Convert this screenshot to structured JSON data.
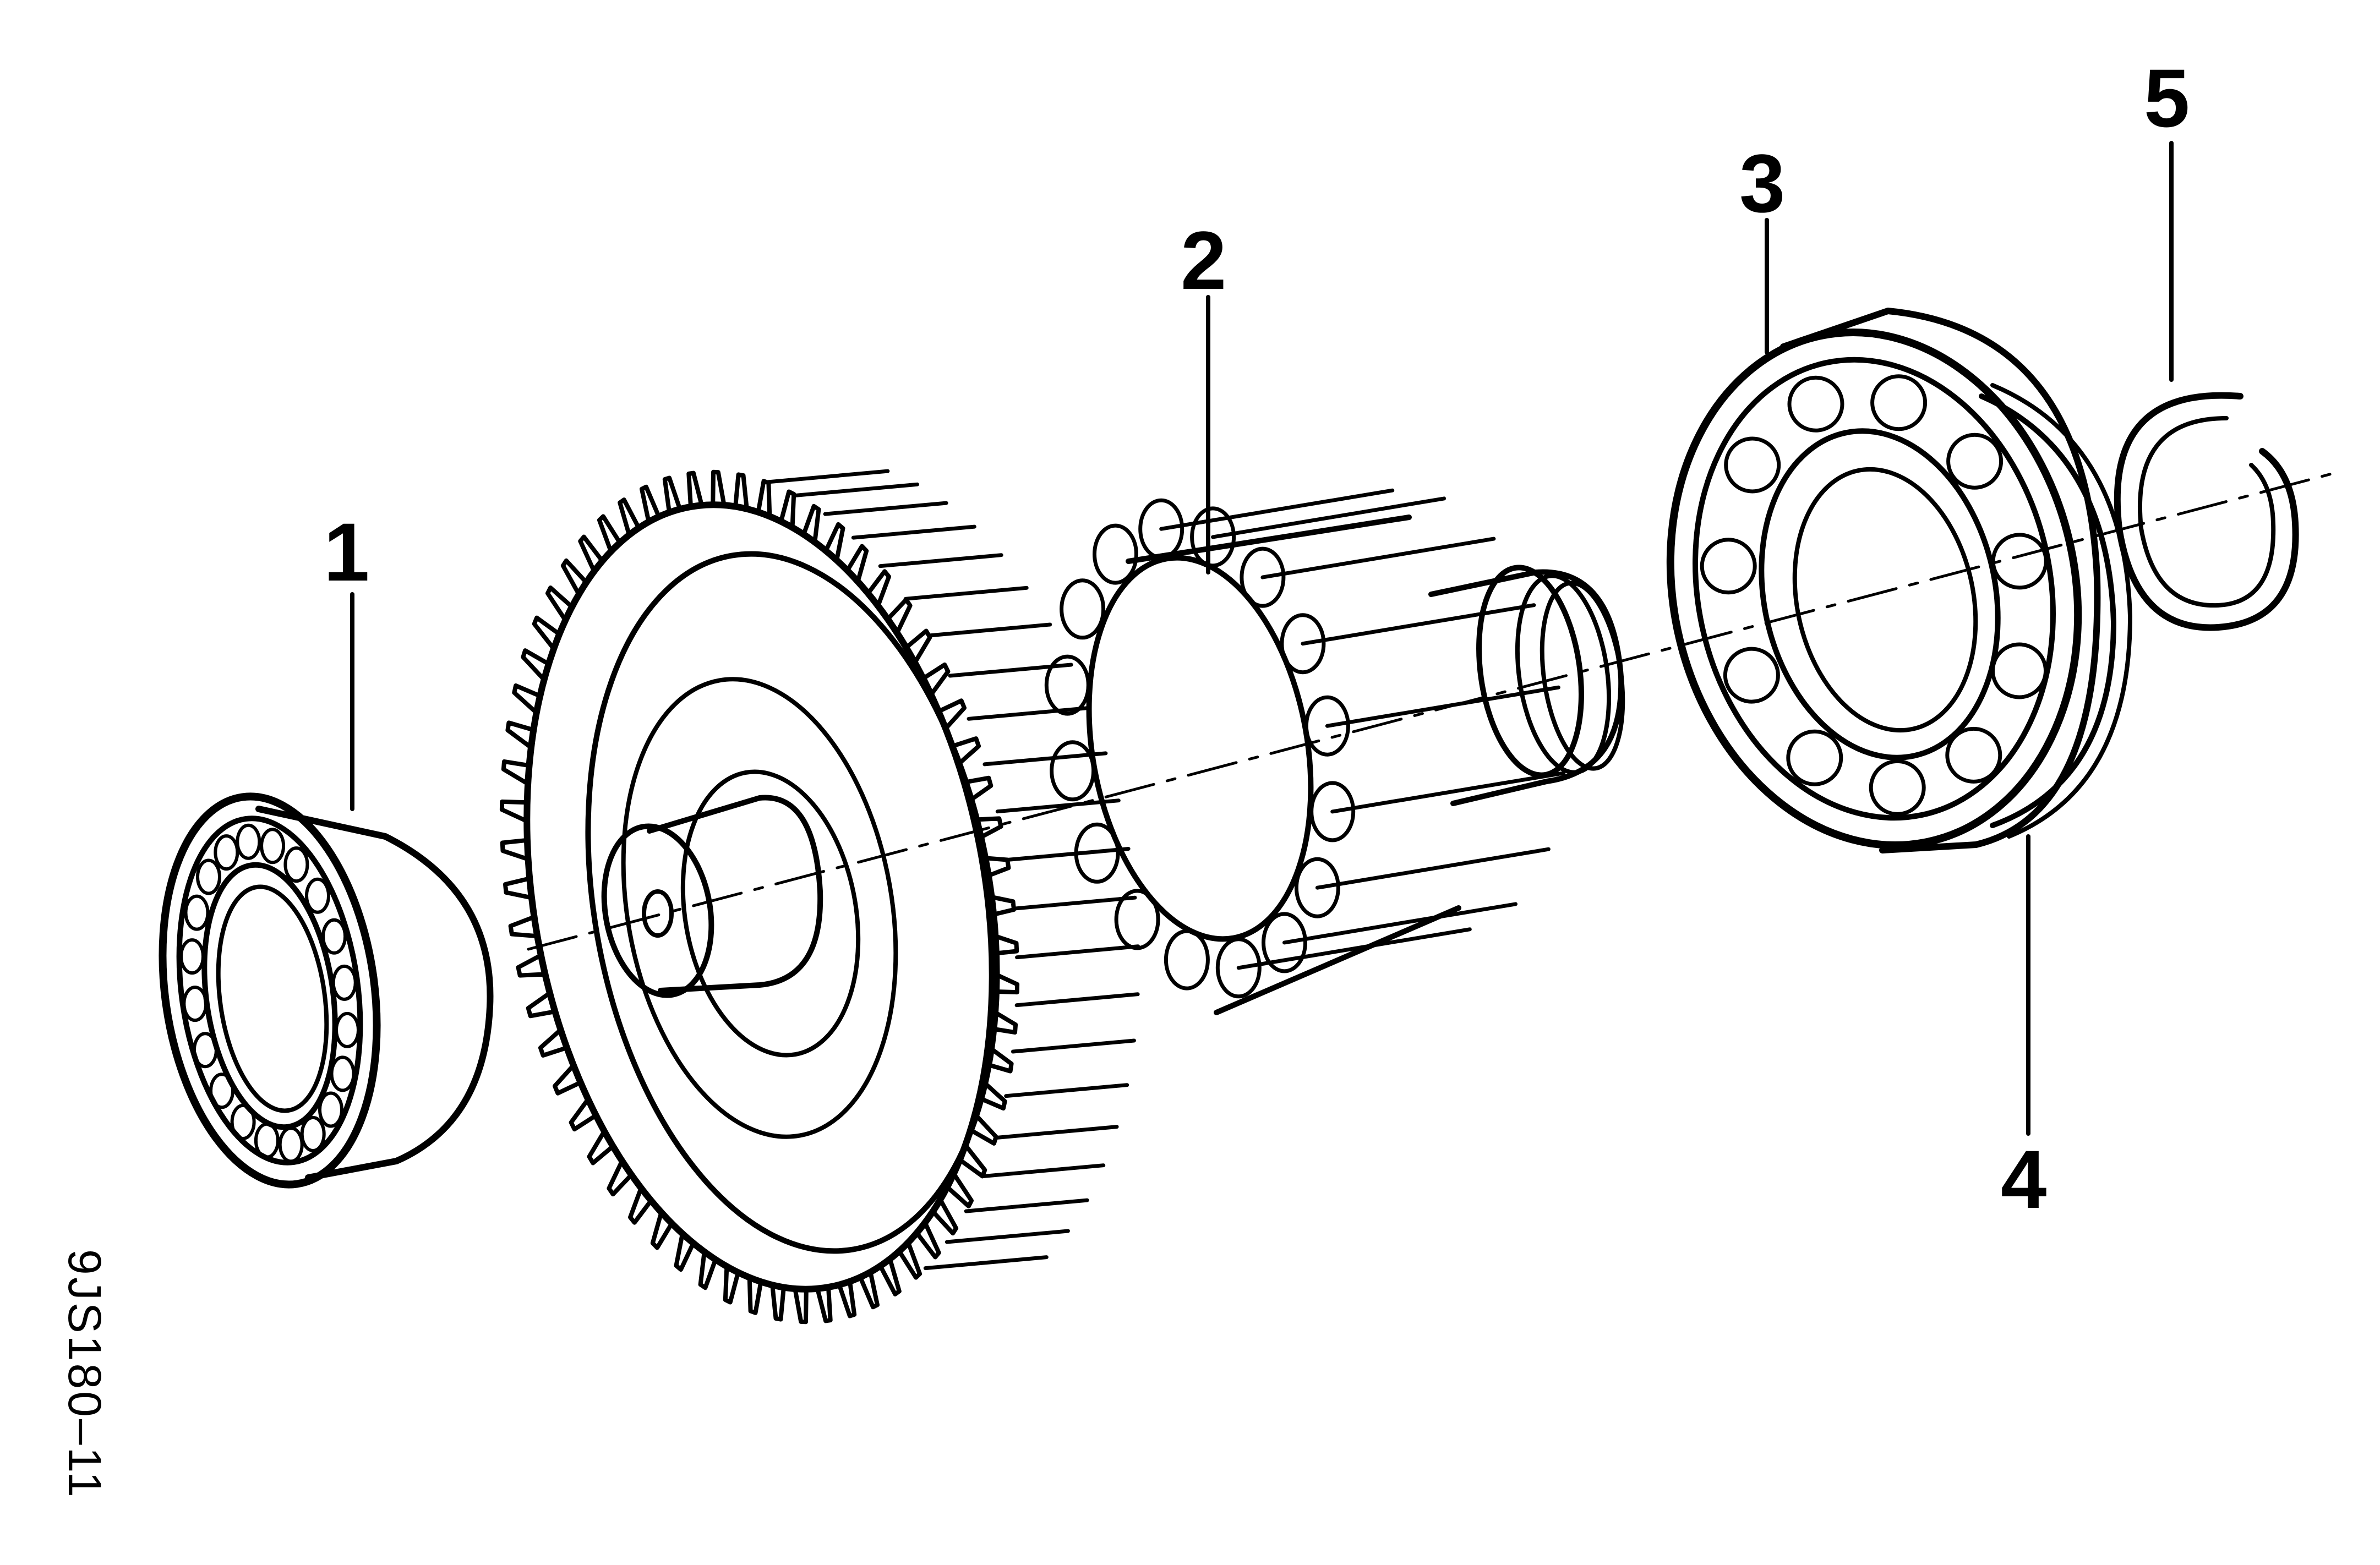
{
  "figure_code": "9JS180–11",
  "callouts": [
    {
      "number": "1"
    },
    {
      "number": "2"
    },
    {
      "number": "3"
    },
    {
      "number": "4"
    },
    {
      "number": "5"
    }
  ]
}
